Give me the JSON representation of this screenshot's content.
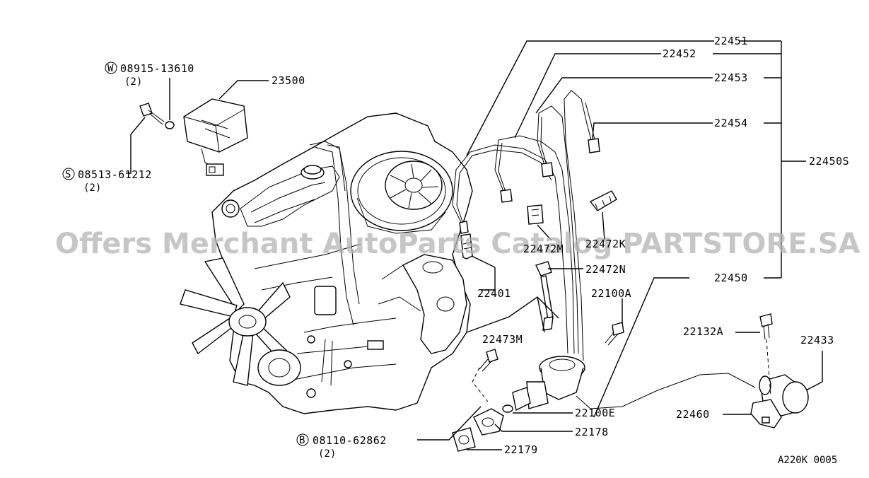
{
  "watermark": "Offers Merchant AutoParts Catalog PARTSTORE.SA",
  "diagram_code": "A220K 0005",
  "callouts": {
    "c22451": "22451",
    "c22452": "22452",
    "c22453": "22453",
    "c22454": "22454",
    "c22450S": "22450S",
    "c22450": "22450",
    "c23500": "23500",
    "c22401": "22401",
    "c22472N": "22472N",
    "c22472M": "22472M",
    "c22472K": "22472K",
    "c22473M": "22473M",
    "c22100A": "22100A",
    "c22132A": "22132A",
    "c22433": "22433",
    "c22460": "22460",
    "c22100E": "22100E",
    "c22178": "22178",
    "c22179": "22179"
  },
  "fasteners": {
    "w": {
      "symbol": "W",
      "number": "08915-13610",
      "qty": "(2)"
    },
    "s": {
      "symbol": "S",
      "number": "08513-61212",
      "qty": "(2)"
    },
    "b": {
      "symbol": "B",
      "number": "08110-62862",
      "qty": "(2)"
    }
  }
}
